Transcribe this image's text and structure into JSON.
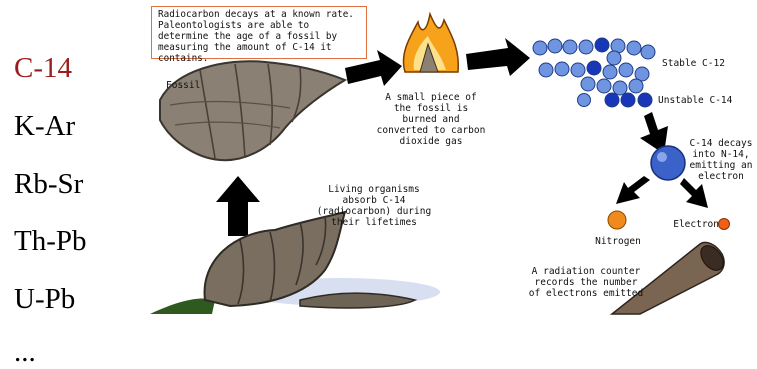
{
  "methods": [
    "C-14",
    "K-Ar",
    "Rb-Sr",
    "Th-Pb",
    "U-Pb",
    "..."
  ],
  "active_method_color": "#9b1c1c",
  "diagram": {
    "intro": "Radiocarbon decays at a known rate. Paleontologists are able to determine the age of a fossil by measuring the amount of C-14 it contains.",
    "fossil": "Fossil",
    "burn": "A small piece of the fossil is burned and converted to carbon dioxide gas",
    "stable": "Stable C-12",
    "unstable": "Unstable C-14",
    "decay": "C-14 decays into N-14, emitting an electron",
    "nitrogen": "Nitrogen",
    "electron": "Electron",
    "living": "Living organisms absorb C-14 (radiocarbon) during their lifetimes",
    "counter": "A radiation counter records the number of electrons emitted"
  },
  "colors": {
    "box_border": "#e07040",
    "c12": "#4f7fd6",
    "c14": "#1836b8",
    "nitrogen": "#f08a1c",
    "electron": "#f06018"
  }
}
